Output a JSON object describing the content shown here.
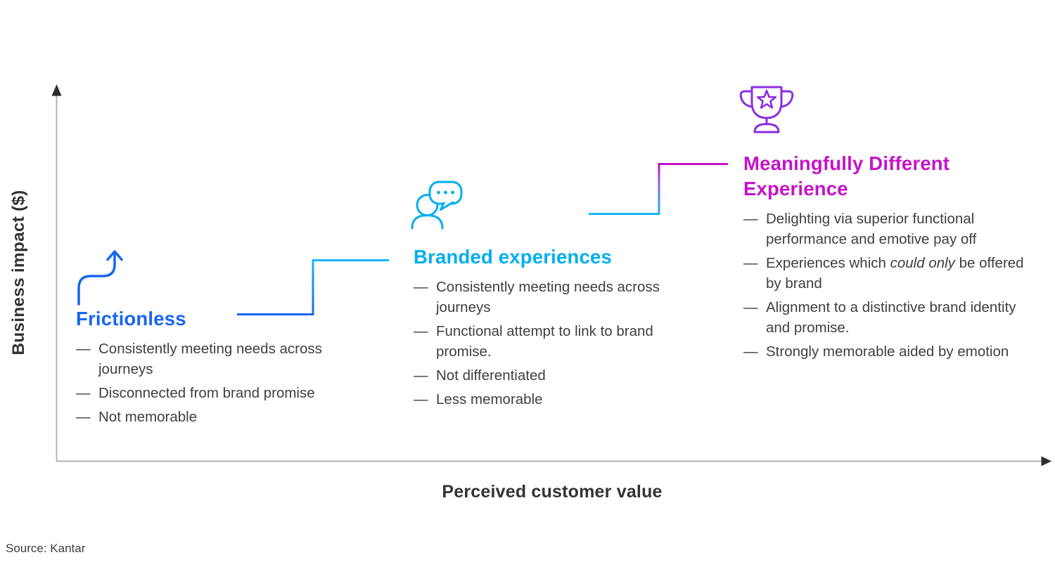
{
  "axes": {
    "y_label": "Business impact ($)",
    "x_label": "Perceived customer value"
  },
  "source": {
    "text": "Source: Kantar"
  },
  "ui": {
    "bullet_marker": "—"
  },
  "colors": {
    "frictionless_blue": "#1766f2",
    "branded_cyan": "#00aeef",
    "meaningful_magenta": "#c513c9",
    "trophy_purple": "#8b2ee2",
    "axis_gray": "#b3b3b3",
    "arrowhead_dark": "#2d2d2d",
    "body_text": "#3f3f3f"
  },
  "stages": [
    {
      "title": "Frictionless",
      "icon": "curved-up-arrow-icon",
      "bullets": [
        {
          "text": "Consistently meeting needs across journeys"
        },
        {
          "text": "Disconnected from brand promise"
        },
        {
          "text": "Not memorable"
        }
      ]
    },
    {
      "title": "Branded experiences",
      "icon": "person-speech-bubble-icon",
      "bullets": [
        {
          "text": "Consistently meeting needs across journeys"
        },
        {
          "text": "Functional attempt to link to brand promise."
        },
        {
          "text": "Not differentiated"
        },
        {
          "text": "Less memorable"
        }
      ]
    },
    {
      "title": "Meaningfully Different Experience",
      "icon": "trophy-icon",
      "bullets": [
        {
          "text": "Delighting via superior functional performance and emotive pay off"
        },
        {
          "pre": "Experiences which ",
          "italic": "could only",
          "post": " be offered by brand"
        },
        {
          "text": "Alignment to a distinctive brand identity and promise."
        },
        {
          "text": "Strongly memorable aided by emotion"
        }
      ]
    }
  ]
}
